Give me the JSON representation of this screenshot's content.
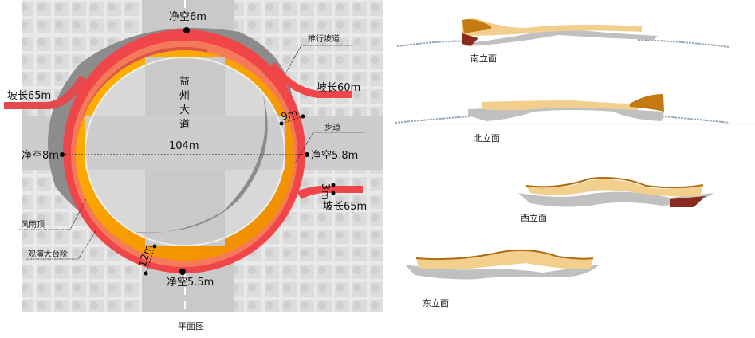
{
  "plan": {
    "caption": "平面图",
    "road_name": [
      "益",
      "州",
      "大",
      "道"
    ],
    "diameter": "104m",
    "labels": {
      "clear_top": "净空6m",
      "clear_left": "净空8m",
      "clear_right": "净空5.8m",
      "clear_bottom": "净空5.5m",
      "ramp_left": "坡长65m",
      "ramp_right_top": "坡长60m",
      "ramp_right_bottom": "坡长65m",
      "width_9": "9m",
      "width_12": "12m",
      "width_3": "3m"
    },
    "callouts": {
      "push_ramp": "推行坡道",
      "walkway": "步道",
      "canopy": "风雨顶",
      "grand_steps": "观演大台阶"
    },
    "colors": {
      "outer_ring": "#f0464a",
      "mid_ring": "#f47a5a",
      "inner_ring": "#f5a000",
      "shadow": "#8c8c8c"
    }
  },
  "elevations": [
    {
      "label": "南立面"
    },
    {
      "label": "北立面"
    },
    {
      "label": "西立面"
    },
    {
      "label": "东立面"
    }
  ]
}
